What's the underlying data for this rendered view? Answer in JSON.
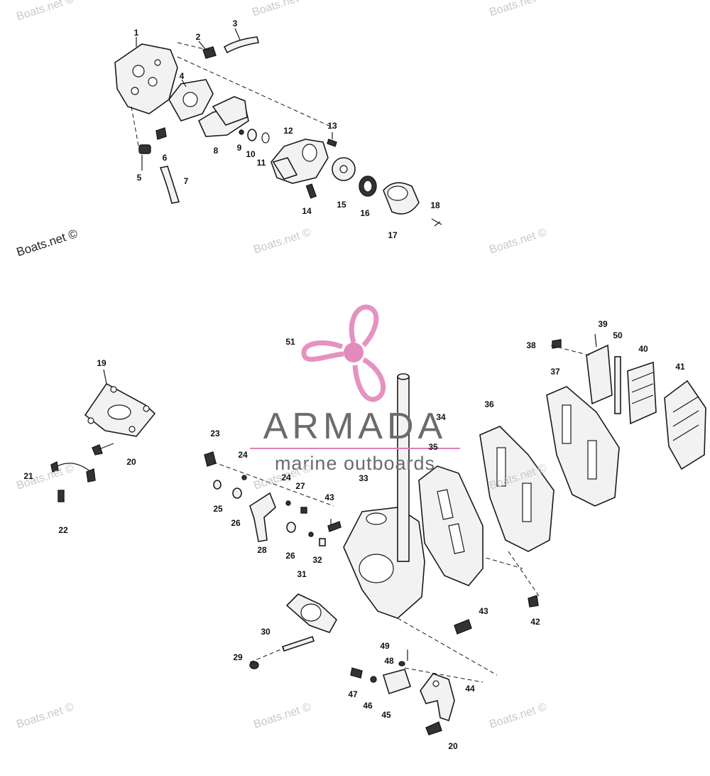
{
  "watermarks": [
    "Boats.net ©",
    "Boats.net ©",
    "Boats.net ©",
    "Boats.net ©",
    "Boats.net ©",
    "Boats.net ©",
    "Boats.net ©",
    "Boats.net ©",
    "Boats.net ©",
    "Boats.net ©",
    "Boats.net ©",
    "Boats.net ©"
  ],
  "logo": {
    "name": "ARMADA",
    "tagline": "marine outboards",
    "accent_color": "#e07fb4",
    "text_color": "#6b6b6b",
    "icon": "propeller-logo-icon"
  },
  "callouts": {
    "c1": "1",
    "c2": "2",
    "c3": "3",
    "c4": "4",
    "c5": "5",
    "c6": "6",
    "c7": "7",
    "c8": "8",
    "c9": "9",
    "c10": "10",
    "c11": "11",
    "c12": "12",
    "c13": "13",
    "c14": "14",
    "c15": "15",
    "c16": "16",
    "c17": "17",
    "c18": "18",
    "c19": "19",
    "c20a": "20",
    "c21": "21",
    "c22": "22",
    "c23": "23",
    "c24a": "24",
    "c24b": "24",
    "c25": "25",
    "c26a": "26",
    "c26b": "26",
    "c27": "27",
    "c28": "28",
    "c29": "29",
    "c30": "30",
    "c31": "31",
    "c32": "32",
    "c33": "33",
    "c34": "34",
    "c35": "35",
    "c36": "36",
    "c37": "37",
    "c38": "38",
    "c39": "39",
    "c40": "40",
    "c41": "41",
    "c42": "42",
    "c43a": "43",
    "c43b": "43",
    "c44": "44",
    "c45": "45",
    "c46": "46",
    "c47": "47",
    "c48": "48",
    "c49": "49",
    "c50": "50",
    "c51": "51",
    "c20b": "20"
  },
  "colors": {
    "line": "#1a1a1a",
    "watermark": "#c9c9c9"
  }
}
